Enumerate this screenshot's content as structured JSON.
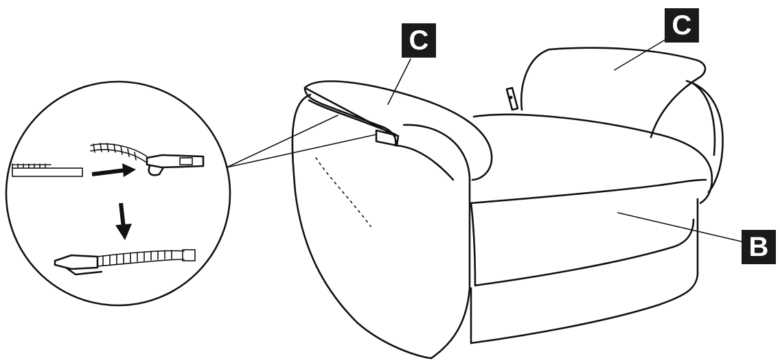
{
  "labels": {
    "armrest_cover": "C",
    "backrest_cover": "C",
    "seat_base": "B"
  },
  "colors": {
    "line": "#111111",
    "label_bg": "#1a1a1a",
    "label_text": "#ffffff"
  },
  "icons": [
    "zipper-detail-icon",
    "arrow-right-icon",
    "arrow-down-icon"
  ]
}
